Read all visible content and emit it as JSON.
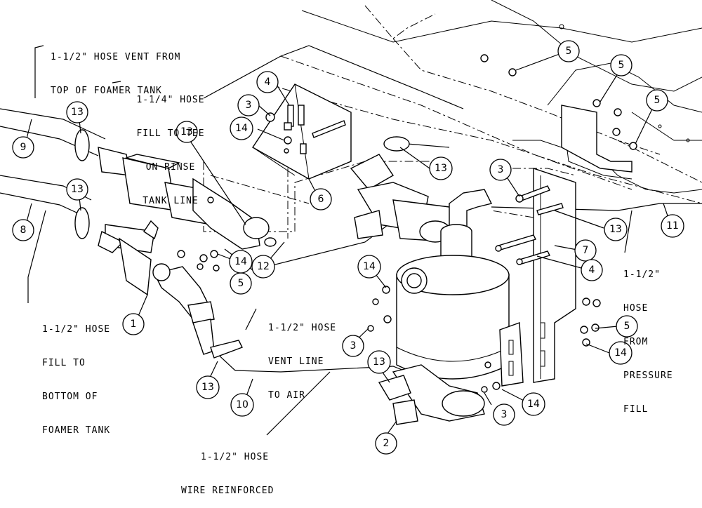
{
  "notes": {
    "vent_top": [
      "1-1/2\" HOSE VENT FROM",
      "TOP OF FOAMER TANK"
    ],
    "fill_tee": [
      "1-1/4\" HOSE",
      "FILL TO TEE",
      "ON RINSE",
      "TANK LINE"
    ],
    "fill_bottom": [
      "1-1/2\" HOSE",
      "FILL TO",
      "BOTTOM OF",
      "FOAMER TANK"
    ],
    "vent_air": [
      "1-1/2\" HOSE",
      "VENT LINE",
      "TO AIR"
    ],
    "pressure_fill": [
      "1-1/2\"",
      "HOSE",
      "FROM",
      "PRESSURE",
      "FILL"
    ],
    "wire_reinforced": [
      "1-1/2\" HOSE",
      "WIRE REINFORCED"
    ]
  },
  "callouts": [
    {
      "label": "13"
    },
    {
      "label": "9"
    },
    {
      "label": "13"
    },
    {
      "label": "8"
    },
    {
      "label": "13"
    },
    {
      "label": "4"
    },
    {
      "label": "3"
    },
    {
      "label": "14"
    },
    {
      "label": "6"
    },
    {
      "label": "5"
    },
    {
      "label": "5"
    },
    {
      "label": "5"
    },
    {
      "label": "13"
    },
    {
      "label": "3"
    },
    {
      "label": "13"
    },
    {
      "label": "11"
    },
    {
      "label": "7"
    },
    {
      "label": "4"
    },
    {
      "label": "14"
    },
    {
      "label": "5"
    },
    {
      "label": "12"
    },
    {
      "label": "1"
    },
    {
      "label": "14"
    },
    {
      "label": "3"
    },
    {
      "label": "13"
    },
    {
      "label": "10"
    },
    {
      "label": "13"
    },
    {
      "label": "3"
    },
    {
      "label": "14"
    },
    {
      "label": "2"
    },
    {
      "label": "5"
    },
    {
      "label": "14"
    }
  ]
}
